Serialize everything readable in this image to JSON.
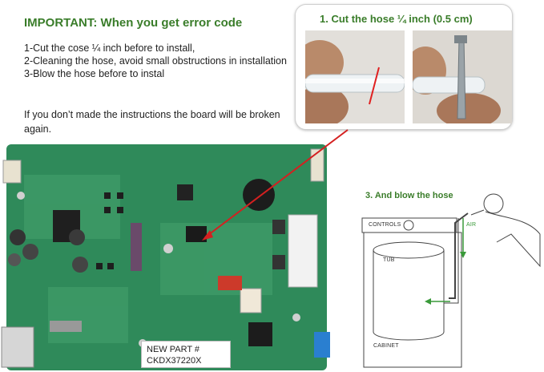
{
  "instructions": {
    "heading": "IMPORTANT: When you get error code",
    "steps": [
      "1-Cut the cose ¼ inch before to install,",
      "2-Cleaning the hose, avoid small obstructions in installation",
      "3-Blow the hose before to instal"
    ],
    "warning": "If you don’t made the instructions the board will be broken again."
  },
  "hose_photos": {
    "title": "1.    Cut the hose ¼ inch (0.5 cm)"
  },
  "board": {
    "part_label_line1": "NEW PART #",
    "part_label_line2": "CKDX37220X"
  },
  "blow_diagram": {
    "title": "3. And blow the hose",
    "controls_label": "CONTROLS",
    "air_label": "AIR",
    "tub_label": "TUB",
    "cabinet_label": "CABINET"
  },
  "colors": {
    "accent_green": "#3a7d2a",
    "board_green": "#2f8a5a",
    "arrow_red": "#d42020"
  }
}
